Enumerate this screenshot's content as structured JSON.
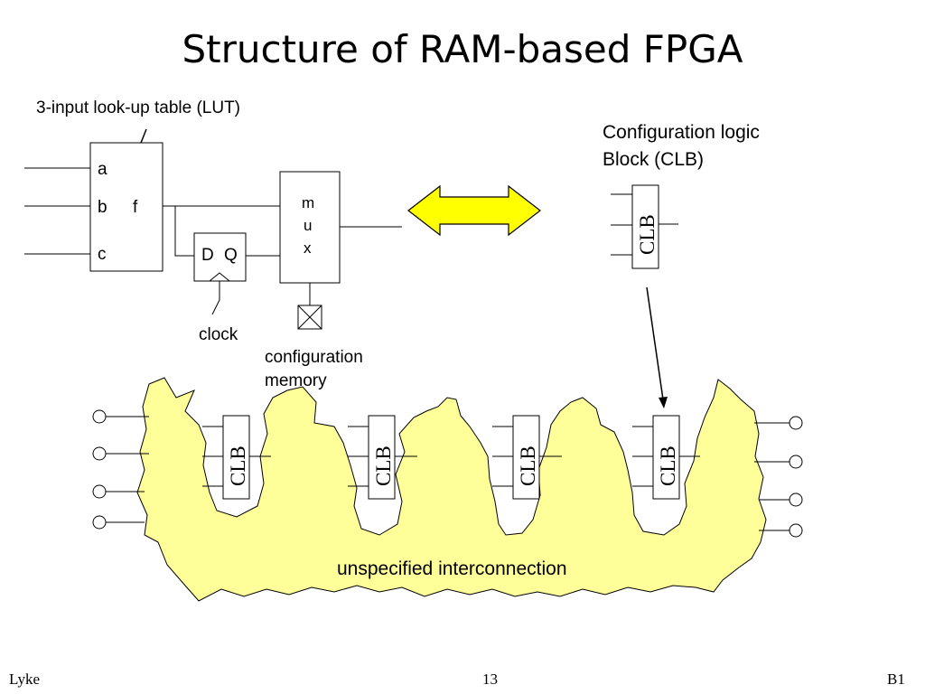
{
  "title": "Structure of RAM-based FPGA",
  "lut": {
    "caption": "3-input look-up table (LUT)",
    "inputs": [
      "a",
      "b",
      "c"
    ],
    "output": "f"
  },
  "flipflop": {
    "d": "D",
    "q": "Q",
    "clock_label": "clock"
  },
  "mux": {
    "letters": [
      "m",
      "u",
      "x"
    ]
  },
  "config_memory_label": [
    "configuration",
    "memory"
  ],
  "clb_callout": [
    "Configuration logic",
    "Block (CLB)"
  ],
  "clb_label": "CLB",
  "interconnect_label": "unspecified interconnection",
  "colors": {
    "arrow_fill": "#ffff00",
    "interconnect_fill": "#ffff99"
  },
  "footer": {
    "left": "Lyke",
    "center": "13",
    "right": "B1"
  }
}
